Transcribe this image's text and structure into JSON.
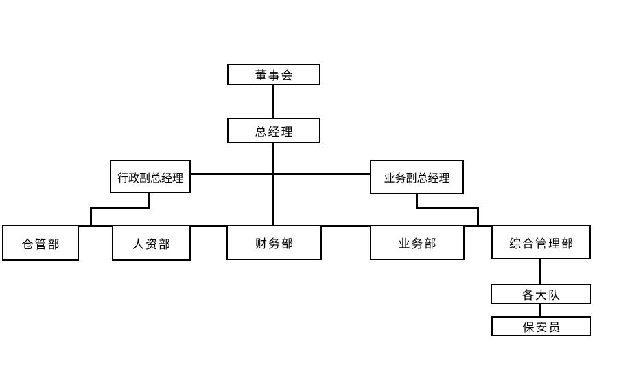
{
  "diagram": {
    "type": "org-chart",
    "colors": {
      "line": "#000000",
      "background": "#ffffff",
      "box_fill": "#ffffff"
    },
    "nodes": {
      "board": "董事会",
      "gm": "总经理",
      "admin_vgm": "行政副总经理",
      "biz_vgm": "业务副总经理",
      "warehouse": "仓管部",
      "hr": "人资部",
      "finance": "财务部",
      "business": "业务部",
      "general_mgmt": "综合管理部",
      "brigades": "各大队",
      "guards": "保安员"
    },
    "edges": [
      {
        "from": "board",
        "to": "gm"
      },
      {
        "from": "gm",
        "to": "admin_vgm"
      },
      {
        "from": "gm",
        "to": "biz_vgm"
      },
      {
        "from": "gm",
        "to": "warehouse"
      },
      {
        "from": "gm",
        "to": "hr"
      },
      {
        "from": "gm",
        "to": "finance"
      },
      {
        "from": "gm",
        "to": "business"
      },
      {
        "from": "gm",
        "to": "general_mgmt"
      },
      {
        "from": "admin_vgm",
        "to": "department_row"
      },
      {
        "from": "biz_vgm",
        "to": "department_row"
      },
      {
        "from": "general_mgmt",
        "to": "brigades"
      },
      {
        "from": "brigades",
        "to": "guards"
      }
    ]
  }
}
